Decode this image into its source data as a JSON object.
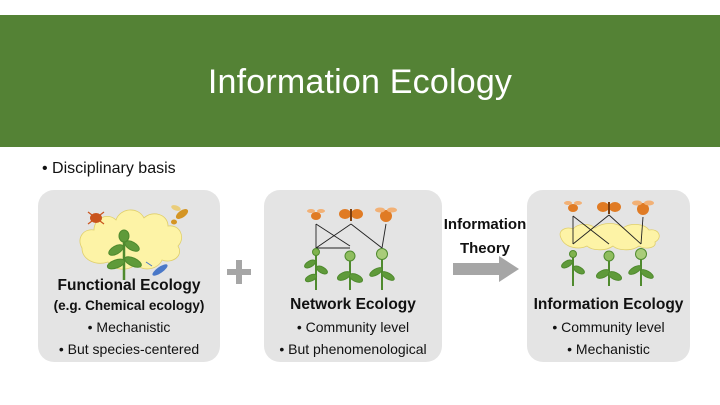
{
  "slide": {
    "title": "Information Ecology",
    "bullet": "• Disciplinary basis"
  },
  "panels": [
    {
      "title": "Functional Ecology",
      "subtitle": "(e.g. Chemical ecology)",
      "lines": [
        "• Mechanistic",
        "• But species-centered"
      ]
    },
    {
      "title": "Network Ecology",
      "lines": [
        "• Community level",
        "• But phenomenological"
      ]
    },
    {
      "title": "Information Ecology",
      "lines": [
        "• Community level",
        "• Mechanistic"
      ]
    }
  ],
  "connectors": {
    "arrow_label_line1": "Information",
    "arrow_label_line2": "Theory"
  },
  "colors": {
    "title_bar": "#548235",
    "panel_bg": "#e4e4e4",
    "cloud": "#fdf3a6",
    "insect": "#e07b24",
    "plant": "#5f9a3a",
    "connector_gray": "#a6a6a6"
  }
}
